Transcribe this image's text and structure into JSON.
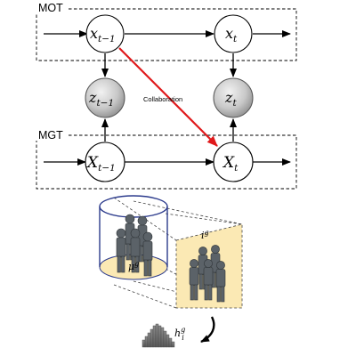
{
  "panels": {
    "mot": {
      "label": "MOT"
    },
    "mgt": {
      "label": "MGT"
    }
  },
  "nodes": {
    "x_prev": {
      "base": "x",
      "sub": "t−1"
    },
    "x_curr": {
      "base": "x",
      "sub": "t"
    },
    "z_prev": {
      "base": "z",
      "sub": "t−1"
    },
    "z_curr": {
      "base": "z",
      "sub": "t"
    },
    "X_prev": {
      "base": "X",
      "sub": "t−1"
    },
    "X_curr": {
      "base": "X",
      "sub": "t"
    }
  },
  "collaboration": {
    "label": "Collaboration",
    "color": "#e0191b"
  },
  "illustration": {
    "mu_label": {
      "base": "μ",
      "sup": "g"
    },
    "i_label": {
      "base": "i",
      "sup": "g"
    },
    "h_label": {
      "base": "h",
      "sub": "i",
      "sup": "g"
    },
    "cylinder_color": "#2b3a8c",
    "plane_color": "#fbe9b4",
    "figure_color": "#5b6268"
  }
}
